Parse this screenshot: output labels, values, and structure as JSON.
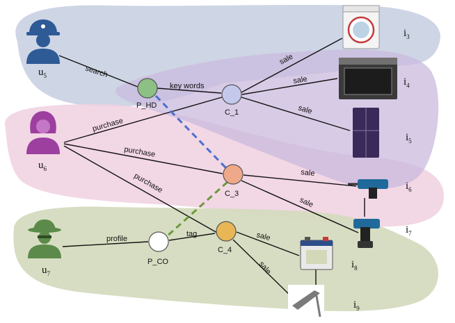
{
  "users": {
    "u5": {
      "letter": "u",
      "index": "5"
    },
    "u6": {
      "letter": "u",
      "index": "6"
    },
    "u7": {
      "letter": "u",
      "index": "7"
    }
  },
  "items": {
    "i3": {
      "letter": "i",
      "index": "3"
    },
    "i4": {
      "letter": "i",
      "index": "4"
    },
    "i5": {
      "letter": "i",
      "index": "5"
    },
    "i6": {
      "letter": "i",
      "index": "6"
    },
    "i7": {
      "letter": "i",
      "index": "7"
    },
    "i8": {
      "letter": "i",
      "index": "8"
    },
    "i9": {
      "letter": "i",
      "index": "9"
    }
  },
  "nodes": {
    "p_hd": "P_HD",
    "p_co": "P_CO",
    "c1": "C_1",
    "c3": "C_3",
    "c4": "C_4"
  },
  "edges": {
    "search": "search",
    "key_words": "key words",
    "purchase": "purchase",
    "profile": "profile",
    "tag": "tag",
    "sale": "sale"
  },
  "colors": {
    "blue_region": "#c9d0e2",
    "purple_region": "#cab9dd",
    "pink_region": "#f1d3e2",
    "green_region": "#d5dbbf",
    "p_hd_fill": "#8cc084",
    "c1_fill": "#c4c9ec",
    "c3_fill": "#f0a88a",
    "c4_fill": "#e8b655",
    "p_co_fill": "#ffffff",
    "blue_dash": "#4a6fd0",
    "green_dash": "#6a9a3a",
    "u5_icon": "#2e5a96",
    "u6_icon": "#9c3f9e",
    "u7_icon": "#5b8a4a"
  },
  "icons": {
    "u5": "firefighter-icon",
    "u6": "woman-icon",
    "u7": "spy-icon",
    "i3": "washing-machine-icon",
    "i4": "oven-icon",
    "i5": "refrigerator-icon",
    "i6": "drill-icon",
    "i7": "impact-driver-icon",
    "i8": "battery-icon",
    "i9": "street-lamp-icon"
  }
}
